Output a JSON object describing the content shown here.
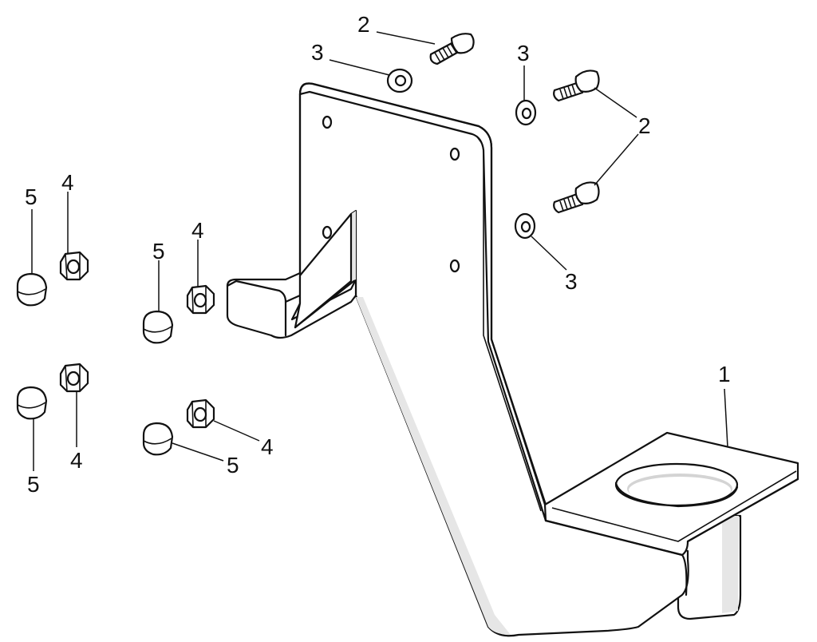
{
  "diagram": {
    "callouts": {
      "bracket": "1",
      "bolt_top": "2",
      "bolts_right": "2",
      "washer_top_left": "3",
      "washer_top_right": "3",
      "washer_right": "3",
      "nut_far_left_top": "4",
      "nut_mid_top": "4",
      "nut_far_left_bottom": "4",
      "nut_mid_bottom": "4",
      "cap_far_left_top": "5",
      "cap_mid_top": "5",
      "cap_far_left_bottom": "5",
      "cap_mid_bottom": "5"
    }
  }
}
